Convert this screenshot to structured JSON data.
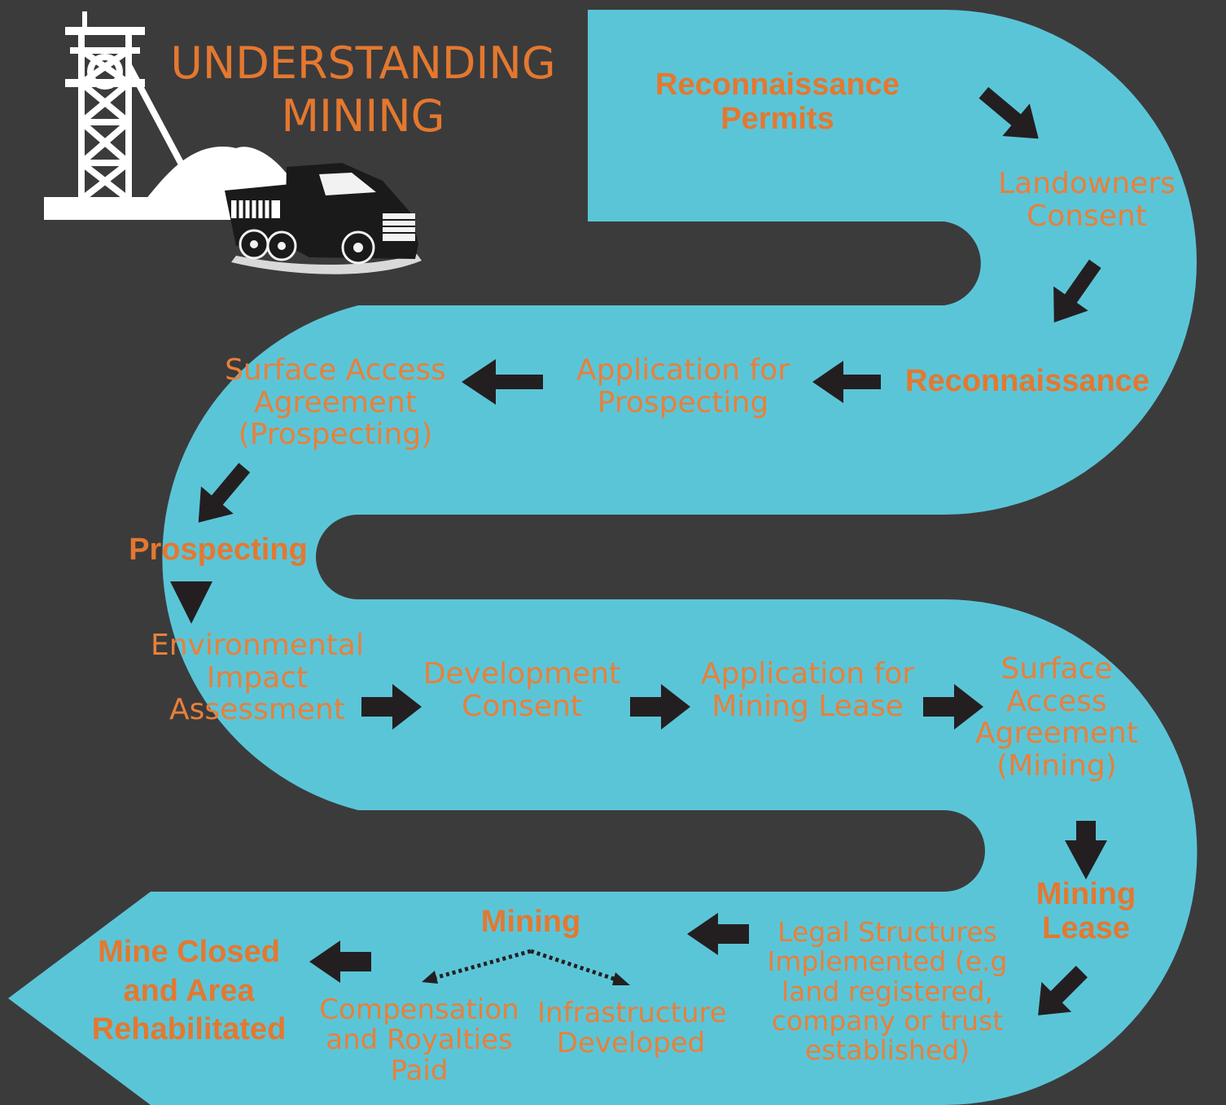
{
  "title": {
    "line1": "UNDERSTANDING",
    "line2": "MINING"
  },
  "steps": {
    "reconnaissance_permits": [
      "Reconnaissance",
      "Permits"
    ],
    "landowners_consent": [
      "Landowners",
      "Consent"
    ],
    "reconnaissance": [
      "Reconnaissance"
    ],
    "application_prospecting": [
      "Application for",
      "Prospecting"
    ],
    "surface_access_prospecting": [
      "Surface Access",
      "Agreement",
      "(Prospecting)"
    ],
    "prospecting": [
      "Prospecting"
    ],
    "eia": [
      "Environmental",
      "Impact",
      "Assessment"
    ],
    "development_consent": [
      "Development",
      "Consent"
    ],
    "application_mining_lease": [
      "Application for",
      "Mining Lease"
    ],
    "surface_access_mining": [
      "Surface",
      "Access",
      "Agreement",
      "(Mining)"
    ],
    "mining_lease": [
      "Mining",
      "Lease"
    ],
    "legal_structures": [
      "Legal Structures",
      "Implemented (e.g",
      "land registered,",
      "company or trust",
      "established)"
    ],
    "mining": [
      "Mining"
    ],
    "compensation": [
      "Compensation",
      "and Royalties",
      "Paid"
    ],
    "infrastructure": [
      "Infrastructure",
      "Developed"
    ],
    "mine_closed": [
      "Mine Closed",
      "and Area",
      "Rehabilitated"
    ]
  },
  "colors": {
    "background": "#3b3b3c",
    "road": "#5bc5d8",
    "text": "#e4782f",
    "arrow": "#231f20"
  },
  "icons": [
    "headframe-icon",
    "spoil-heap-icon",
    "dump-truck-icon"
  ]
}
